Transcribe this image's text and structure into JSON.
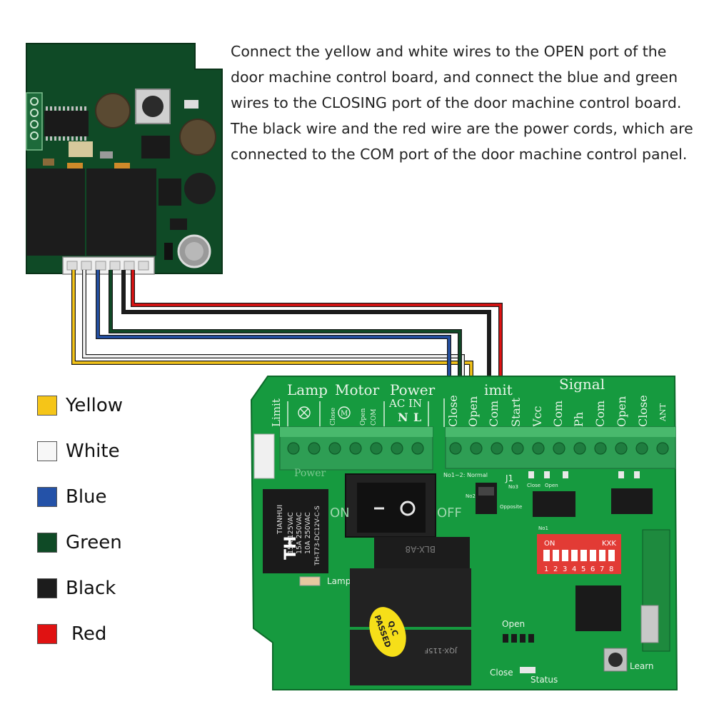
{
  "instructions": "Connect the yellow and white wires to the OPEN port of the door machine control board, and connect the blue and green wires to the CLOSING port of the door machine control board. The black wire and the red wire are the power cords, which are connected to the COM port of the door machine control panel.",
  "legend": [
    {
      "label": "Yellow",
      "color": "#f5c518"
    },
    {
      "label": "White",
      "color": "#f7f7f7"
    },
    {
      "label": "Blue",
      "color": "#2452a8"
    },
    {
      "label": "Green",
      "color": "#0f4a26"
    },
    {
      "label": "Black",
      "color": "#1c1c1c"
    },
    {
      "label": "Red",
      "color": "#e01212"
    }
  ],
  "wires": [
    {
      "color": "#f5c518",
      "name": "yellow"
    },
    {
      "color": "#f7f7f7",
      "name": "white"
    },
    {
      "color": "#2452a8",
      "name": "blue"
    },
    {
      "color": "#0f4a26",
      "name": "green"
    },
    {
      "color": "#1c1c1c",
      "name": "black"
    },
    {
      "color": "#e01212",
      "name": "red"
    }
  ],
  "board": {
    "header_lamp": "Lamp",
    "header_motor": "Motor",
    "header_power": "Power",
    "header_ac_in": "AC IN",
    "header_n": "N",
    "header_l": "L",
    "header_limit_partial": "imit",
    "header_signal": "Signal",
    "limit_side": "Limit",
    "terminals": [
      "Close",
      "Open",
      "Com",
      "Start",
      "Vcc",
      "Com",
      "Ph",
      "Com",
      "Open",
      "Close",
      "ANT"
    ],
    "motor_terminals": [
      "Close",
      "Open",
      "COM"
    ],
    "relay_brand": "TIANHUI",
    "relay_spec": [
      "15A 125VAC",
      "15A 250VAC",
      "10A 250VAC",
      "TH-T73-DC12V-C-S"
    ],
    "switch_on": "ON",
    "switch_off": "OFF",
    "dip_on": "ON",
    "dip_kxk": "KXK",
    "dip_numbers": [
      "1",
      "2",
      "3",
      "4",
      "5",
      "6",
      "7",
      "8"
    ],
    "jumper_label": "J1",
    "jumper_left": "No1~2: Normal",
    "jumper_no2": "No2",
    "jumper_no3": "No3",
    "jumper_opposite": "Opposite",
    "led_close": "Close",
    "led_open": "Open",
    "lamp_label": "Lamp",
    "open_label": "Open",
    "close_label": "Close",
    "status_label": "Status",
    "learn_label": "Learn",
    "qc_line1": "Q.C",
    "qc_line2": "PASSED",
    "relay_model": "JQX-115F",
    "cap_marking": "BLX-A8",
    "power_print": "Power",
    "no1_label": "No1"
  }
}
